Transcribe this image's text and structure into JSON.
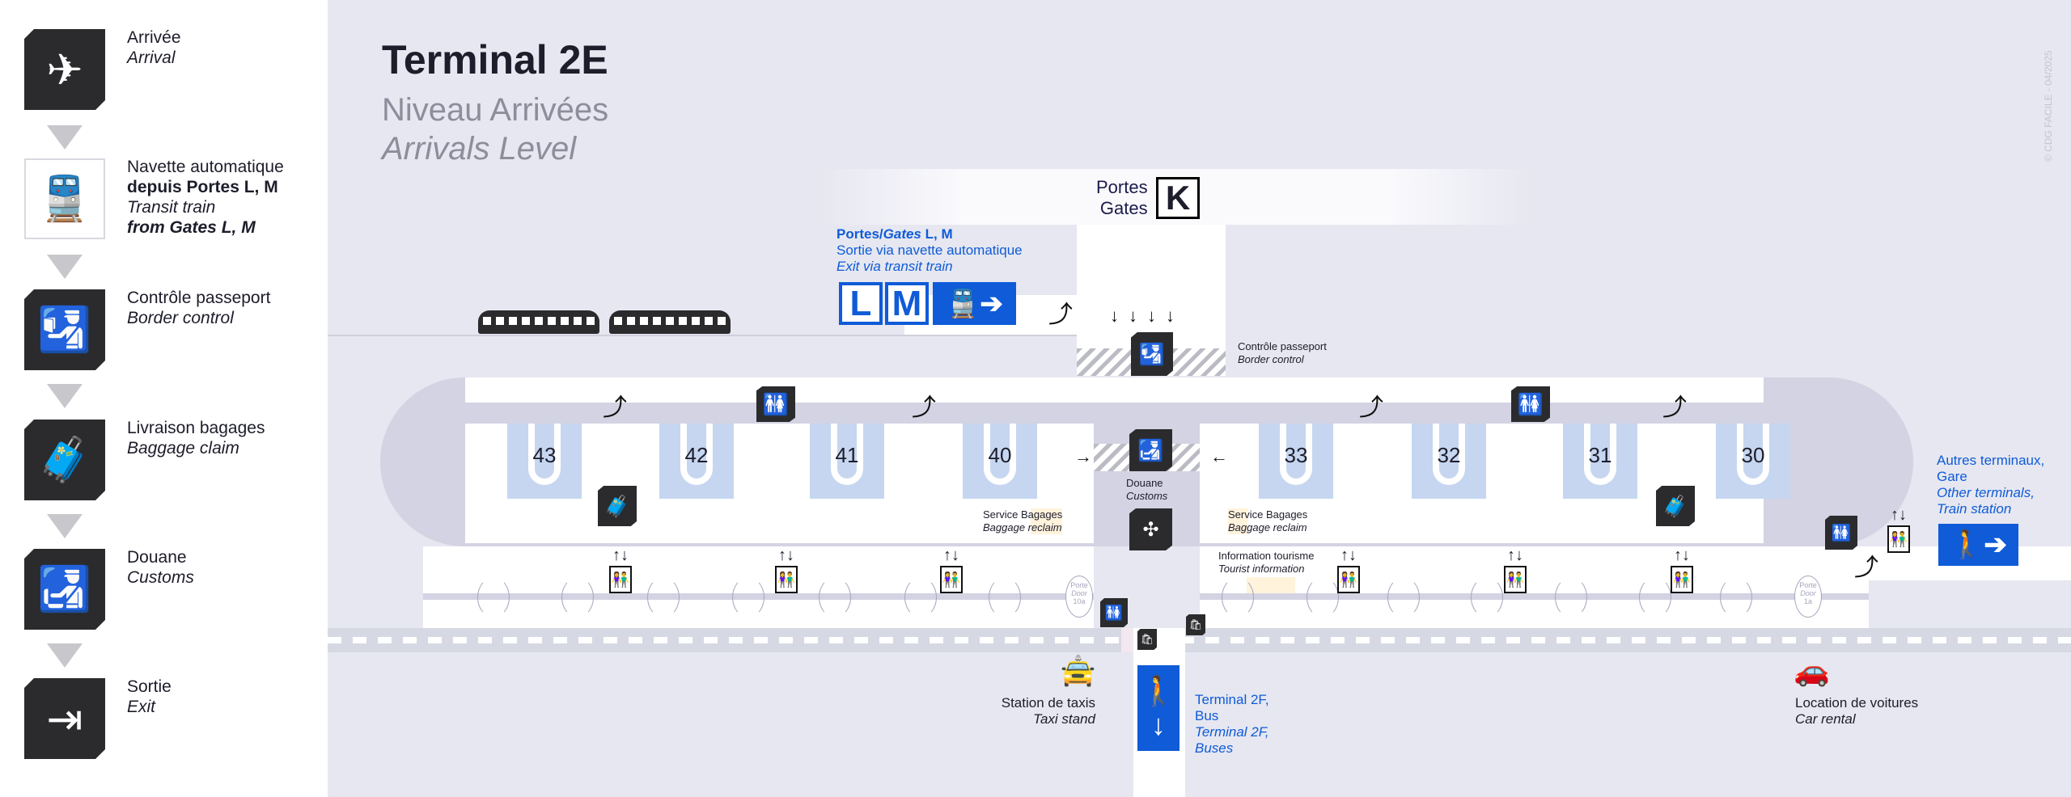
{
  "legend": [
    {
      "fr": "Arrivée",
      "en": "Arrival",
      "icon": "airplane-icon"
    },
    {
      "fr": "Navette automatique",
      "fr2": "depuis Portes L, M",
      "en": "Transit train",
      "en2": "from Gates L, M",
      "icon": "train-icon"
    },
    {
      "fr": "Contrôle passeport",
      "en": "Border control",
      "icon": "passport-control-icon"
    },
    {
      "fr": "Livraison bagages",
      "en": "Baggage claim",
      "icon": "baggage-icon"
    },
    {
      "fr": "Douane",
      "en": "Customs",
      "icon": "customs-icon"
    },
    {
      "fr": "Sortie",
      "en": "Exit",
      "icon": "exit-icon"
    }
  ],
  "header": {
    "title": "Terminal 2E",
    "level_fr": "Niveau Arrivées",
    "level_en": "Arrivals Level"
  },
  "watermark": "© CDG FACILE - 04/2025",
  "gates_k": {
    "fr": "Portes",
    "en": "Gates",
    "letter": "K"
  },
  "gates_lm": {
    "title_fr": "Portes/",
    "title_en": "Gates",
    "title_letters": " L, M",
    "line2": "Sortie via navette automatique",
    "line3": "Exit via transit train",
    "letters": [
      "L",
      "M"
    ]
  },
  "passport": {
    "fr": "Contrôle passeport",
    "en": "Border control"
  },
  "carousels": [
    "43",
    "42",
    "41",
    "40",
    "33",
    "32",
    "31",
    "30"
  ],
  "customs": {
    "fr": "Douane",
    "en": "Customs"
  },
  "baggage_service": [
    {
      "fr": "Service Bagages",
      "en": "Baggage reclaim"
    },
    {
      "fr": "Service Bagages",
      "en": "Baggage reclaim"
    }
  ],
  "tourist_info": {
    "fr": "Information tourisme",
    "en": "Tourist information"
  },
  "doors": [
    {
      "fr": "Porte",
      "en": "Door",
      "num": "10a"
    },
    {
      "fr": "Porte",
      "en": "Door",
      "num": "1a"
    }
  ],
  "other_terminals": {
    "l1": "Autres terminaux,",
    "l2": "Gare",
    "l3": "Other terminals,",
    "l4": "Train station"
  },
  "taxi": {
    "fr": "Station de taxis",
    "en": "Taxi stand"
  },
  "bus": {
    "l1": "Terminal 2F,",
    "l2": "Bus",
    "l3": "Terminal 2F,",
    "l4": "Buses"
  },
  "car_rental": {
    "fr": "Location de voitures",
    "en": "Car rental"
  },
  "colors": {
    "accent": "#0f5bd8",
    "pictogram": "#2b2b2e",
    "carousel": "#c6d6f0",
    "background": "#e6e7f0"
  }
}
